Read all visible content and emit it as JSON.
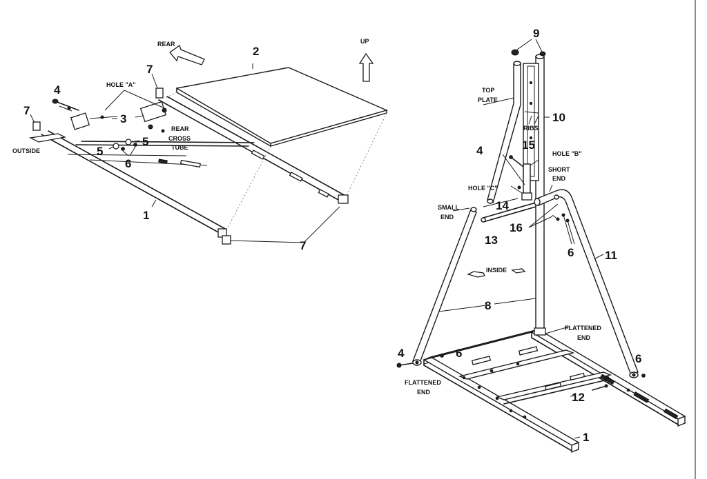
{
  "left_assembly": {
    "callouts": {
      "p1": "1",
      "p2": "2",
      "p3": "3",
      "p4": "4",
      "p5a": "5",
      "p5b": "5",
      "p6": "6",
      "p7a": "7",
      "p7b": "7",
      "p7c": "7"
    },
    "labels": {
      "rear": "REAR",
      "hole_a": "HOLE \"A\"",
      "rear_cross_tube_1": "REAR",
      "rear_cross_tube_2": "CROSS",
      "rear_cross_tube_3": "TUBE",
      "outside": "OUTSIDE",
      "up": "UP"
    }
  },
  "right_assembly": {
    "callouts": {
      "p9": "9",
      "p10": "10",
      "p15": "15",
      "p4a": "4",
      "p14": "14",
      "p13": "13",
      "p16": "16",
      "p6a": "6",
      "p11": "11",
      "p8": "8",
      "p4b": "4",
      "p6b": "6",
      "p6c": "6",
      "p12": "12",
      "p1": "1"
    },
    "labels": {
      "top_plate_1": "TOP",
      "top_plate_2": "PLATE",
      "ribs": "RIBS",
      "hole_b": "HOLE \"B\"",
      "short_end_1": "SHORT",
      "short_end_2": "END",
      "hole_c": "HOLE \"C\"",
      "small_end_1": "SMALL",
      "small_end_2": "END",
      "inside": "INSIDE",
      "flattened_end_r1": "FLATTENED",
      "flattened_end_r2": "END",
      "flattened_end_l1": "FLATTENED",
      "flattened_end_l2": "END"
    }
  }
}
